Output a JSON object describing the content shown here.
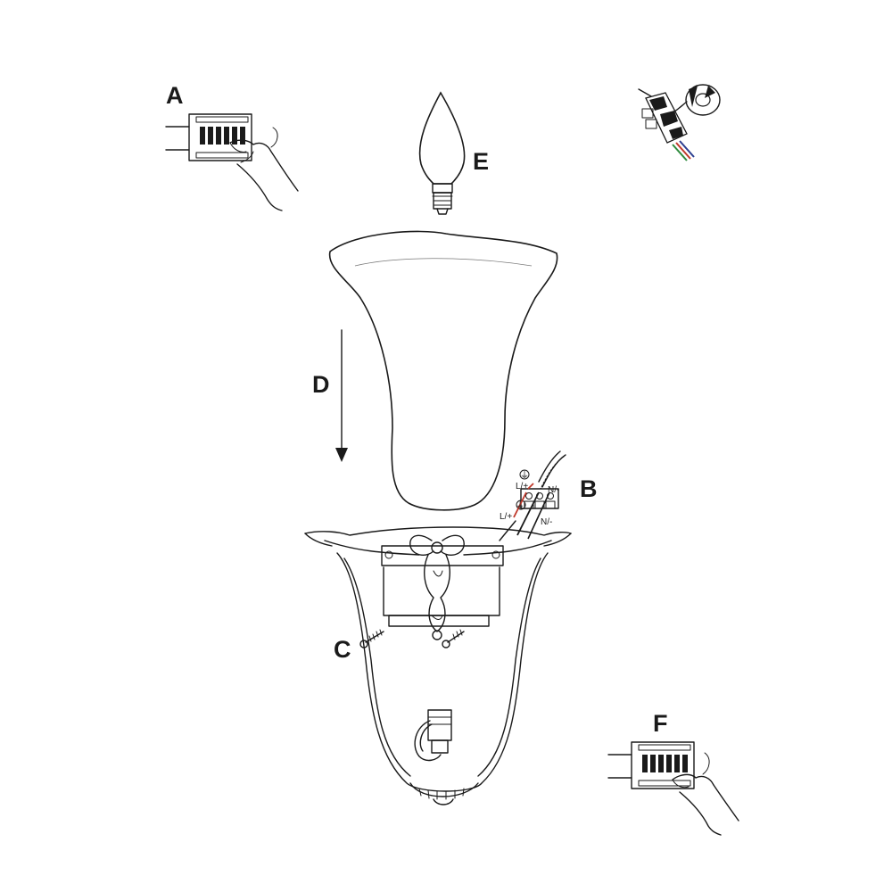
{
  "steps": {
    "a": "A",
    "b": "B",
    "c": "C",
    "d": "D",
    "e": "E",
    "f": "F"
  },
  "terminal_labels": {
    "earth_top": "⏚",
    "live_top": "L/+",
    "neutral_top": "N/-",
    "earth_bottom": "⏚",
    "live_bottom": "L/+",
    "neutral_bottom": "N/-"
  },
  "colors": {
    "line": "#1a1a1a",
    "wire_live": "#c0392b",
    "wire_neutral": "#2c3e90",
    "wire_earth": "#2e8b3d",
    "wire_brown": "#6b3a1e"
  }
}
